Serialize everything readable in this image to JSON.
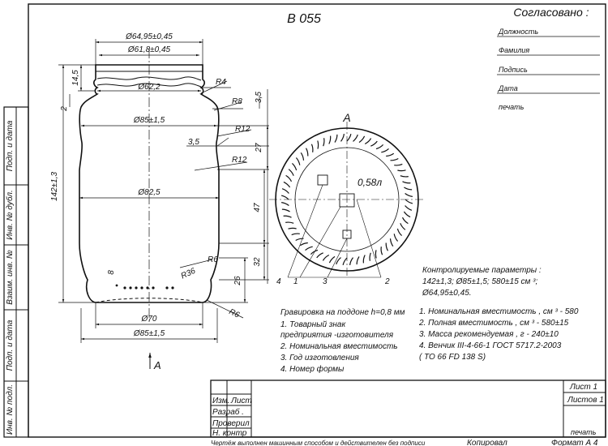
{
  "title": "B 055",
  "approval": {
    "heading": "Согласовано :",
    "fields": [
      "Должность",
      "Фамилия",
      "Подпись",
      "Дата",
      "печать"
    ]
  },
  "left_strip": [
    "Подп. и дата",
    "Инв. № дубл.",
    "Взаим. инв. №",
    "Подп. и дата",
    "Инв. № подл."
  ],
  "dimensions": {
    "top_outer": "Ø64,95±0,45",
    "top_inner": "Ø61,8±0,45",
    "neck": "Ø62,2",
    "shoulder": "Ø85±1,5",
    "waist": "Ø82,5",
    "base_inner": "Ø70",
    "base_outer": "Ø85±1,5",
    "left_height": "142±1,3",
    "left_top": "14,5",
    "left_shoulder": "2",
    "radius_r4": "R4",
    "radius_r8": "R8",
    "radius_r12a": "R12",
    "radius_r12b": "R12",
    "radius_r6": "R6",
    "radius_r36": "R36",
    "radius_r6b": "R6",
    "dim_35a": "3,5",
    "dim_35b": "3,5",
    "dim_27": "27",
    "dim_47": "47",
    "dim_32": "32",
    "dim_26": "26",
    "dim_8": "8",
    "arrow_label": "A"
  },
  "base_view": {
    "label": "A",
    "capacity": "0,58л",
    "callouts": [
      "4",
      "1",
      "3",
      "2"
    ]
  },
  "engraving": {
    "heading": "Гравировка на поддоне  h=0,8  мм",
    "items": [
      "1.  Товарный знак",
      "     предприятия -изготовителя",
      "2.  Номинальная вместимость",
      "3.  Год изготовления",
      "4.  Номер формы"
    ]
  },
  "controlled": {
    "heading": "Контролируемые параметры :",
    "line1": "142±1,3;  Ø85±1,5;  580±15 см ³;",
    "line2": "Ø64,95±0,45."
  },
  "specs": [
    "1.  Номинальная вместимость , см ³ -  580",
    "2.  Полная вместимость , см ³ - 580±15",
    "3.  Масса рекомендуемая , г - 240±10",
    "4.  Венчик  III-4-66-1  ГОСТ  5717.2-2003",
    "     ( ТО  66 FD 138 S)"
  ],
  "title_block": {
    "rows": [
      "Изм.",
      "Лист",
      "Разраб .",
      "Проверил",
      "Н. контр"
    ],
    "sheet": "Лист 1",
    "sheets": "Листов 1",
    "stamp": "печать"
  },
  "footer": {
    "note": "Чертёж выполнен машинным способом и действителен без подписи",
    "copied": "Копировал",
    "format": "Формат А 4"
  }
}
